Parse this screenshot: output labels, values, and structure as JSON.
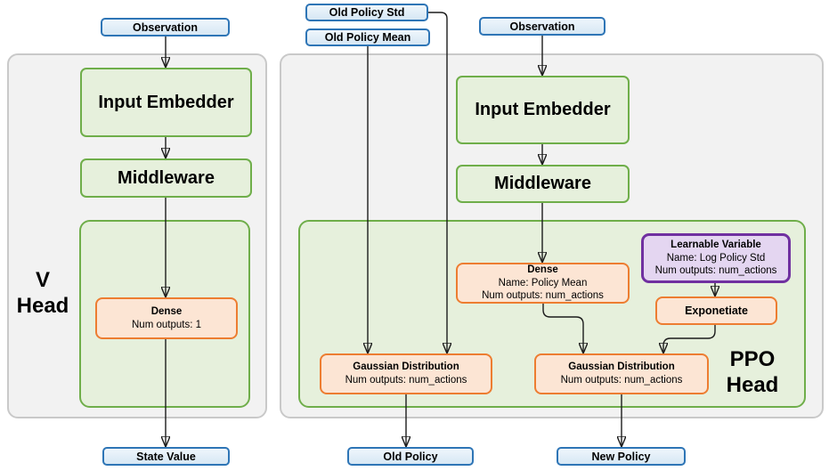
{
  "v_head": {
    "label_line1": "V",
    "label_line2": "Head",
    "observation": "Observation",
    "input_embedder": "Input Embedder",
    "middleware": "Middleware",
    "dense": {
      "title": "Dense",
      "num_outputs": "Num outputs: 1"
    },
    "state_value": "State Value"
  },
  "ppo_head": {
    "label_line1": "PPO",
    "label_line2": "Head",
    "old_policy_std": "Old Policy Std",
    "old_policy_mean": "Old Policy Mean",
    "observation": "Observation",
    "input_embedder": "Input Embedder",
    "middleware": "Middleware",
    "dense": {
      "title": "Dense",
      "name": "Name: Policy Mean",
      "num_outputs": "Num outputs: num_actions"
    },
    "learnable_variable": {
      "title": "Learnable Variable",
      "name": "Name: Log Policy Std",
      "num_outputs": "Num outputs: num_actions"
    },
    "exponetiate": "Exponetiate",
    "gaussian_old": {
      "title": "Gaussian Distribution",
      "num_outputs": "Num outputs: num_actions"
    },
    "gaussian_new": {
      "title": "Gaussian Distribution",
      "num_outputs": "Num outputs: num_actions"
    },
    "old_policy": "Old Policy",
    "new_policy": "New Policy"
  },
  "colors": {
    "blue_border": "#2E75B6",
    "blue_fill": "#DDEBF7",
    "green_border": "#6FAE4A",
    "green_fill": "#E6F0DC",
    "orange_border": "#ED7D31",
    "orange_fill": "#FCE5D4",
    "purple_border": "#7030A0",
    "purple_fill": "#E4D6F1",
    "panel_fill": "#F2F2F2",
    "wire": "#1C1C1C"
  }
}
